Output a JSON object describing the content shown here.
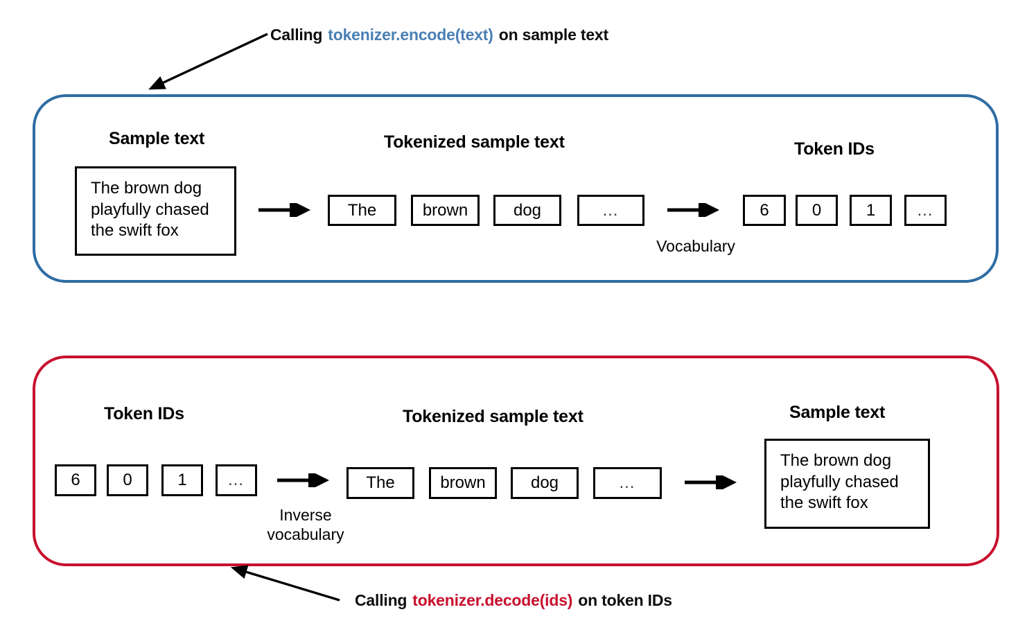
{
  "figure": {
    "title": "Tokenizer encode and decode round-trip diagram",
    "background_color": "#ffffff"
  },
  "annotations": {
    "encode": {
      "prefix": "Calling",
      "code": "tokenizer.encode(text)",
      "suffix": "on sample text",
      "code_color": "#4a7fb5"
    },
    "decode": {
      "prefix": "Calling",
      "code": "tokenizer.decode(ids)",
      "suffix": "on token IDs",
      "code_color": "#c8102e"
    }
  },
  "encode_panel": {
    "border_color": "#2f6da3",
    "headings": {
      "left": "Sample text",
      "middle": "Tokenized sample text",
      "right": "Token IDs"
    },
    "sample_text": "The brown dog\nplayfully chased\nthe swift fox",
    "tokens": [
      "The",
      "brown",
      "dog",
      "…"
    ],
    "token_ids": [
      "6",
      "0",
      "1",
      "…"
    ],
    "arrow2_caption": "Vocabulary"
  },
  "decode_panel": {
    "border_color": "#c8102e",
    "headings": {
      "left": "Token IDs",
      "middle": "Tokenized sample text",
      "right": "Sample text"
    },
    "token_ids": [
      "6",
      "0",
      "1",
      "…"
    ],
    "tokens": [
      "The",
      "brown",
      "dog",
      "…"
    ],
    "sample_text": "The brown dog\nplayfully chased\nthe swift fox",
    "arrow1_caption": "Inverse\nvocabulary"
  }
}
